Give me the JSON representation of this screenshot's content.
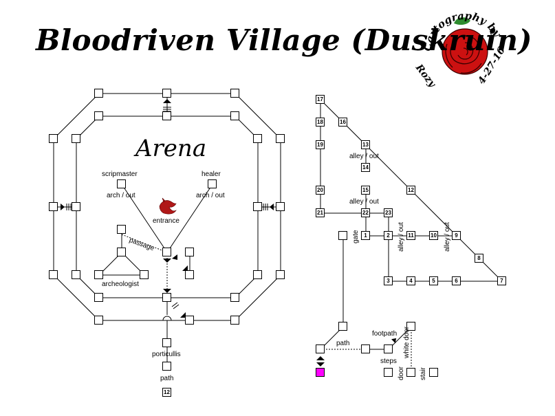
{
  "title": "Bloodriven Village (Duskruin)",
  "arena_label": "Arena",
  "credit": {
    "text": "Cartography by Rozy 4-27-16",
    "top": "Cartography by",
    "name": "Rozy",
    "date": "4-27-16"
  },
  "left_labels": {
    "scripmaster": "scripmaster",
    "healer": "healer",
    "arch_out_left": "arch / out",
    "arch_out_right": "arch / out",
    "entrance": "entrance",
    "passage": "passage",
    "archeologist": "archeologist",
    "porticullis": "porticullis",
    "path": "path"
  },
  "right_labels": {
    "alley_out_13": "alley / out",
    "alley_out_15": "alley / out",
    "gate": "gate",
    "alley_out_2": "alley / out",
    "alley_out_9": "alley / out",
    "footpath": "footpath",
    "path": "path",
    "steps": "steps",
    "door": "door",
    "white_door": "white door",
    "stair": "stair"
  },
  "room_numbers": {
    "r17": "17",
    "r18": "18",
    "r16": "16",
    "r19": "19",
    "r13": "13",
    "r14": "14",
    "r20": "20",
    "r15": "15",
    "r12": "12",
    "r21": "21",
    "r22": "22",
    "r23": "23",
    "r1": "1",
    "r2": "2",
    "r11": "11",
    "r10": "10",
    "r9": "9",
    "r8": "8",
    "r3": "3",
    "r4": "4",
    "r5": "5",
    "r6": "6",
    "r7": "7",
    "left_exit_12": "12"
  },
  "colors": {
    "rose": "#cc1111",
    "rose_dark": "#7a0000",
    "leaf": "#2e8b2e",
    "special_room": "#ff00ff",
    "dragon": "#b01818"
  },
  "icons": [
    "rose-icon",
    "dragon-icon",
    "stairs-up-icon",
    "stairs-down-icon",
    "gate-icon"
  ]
}
